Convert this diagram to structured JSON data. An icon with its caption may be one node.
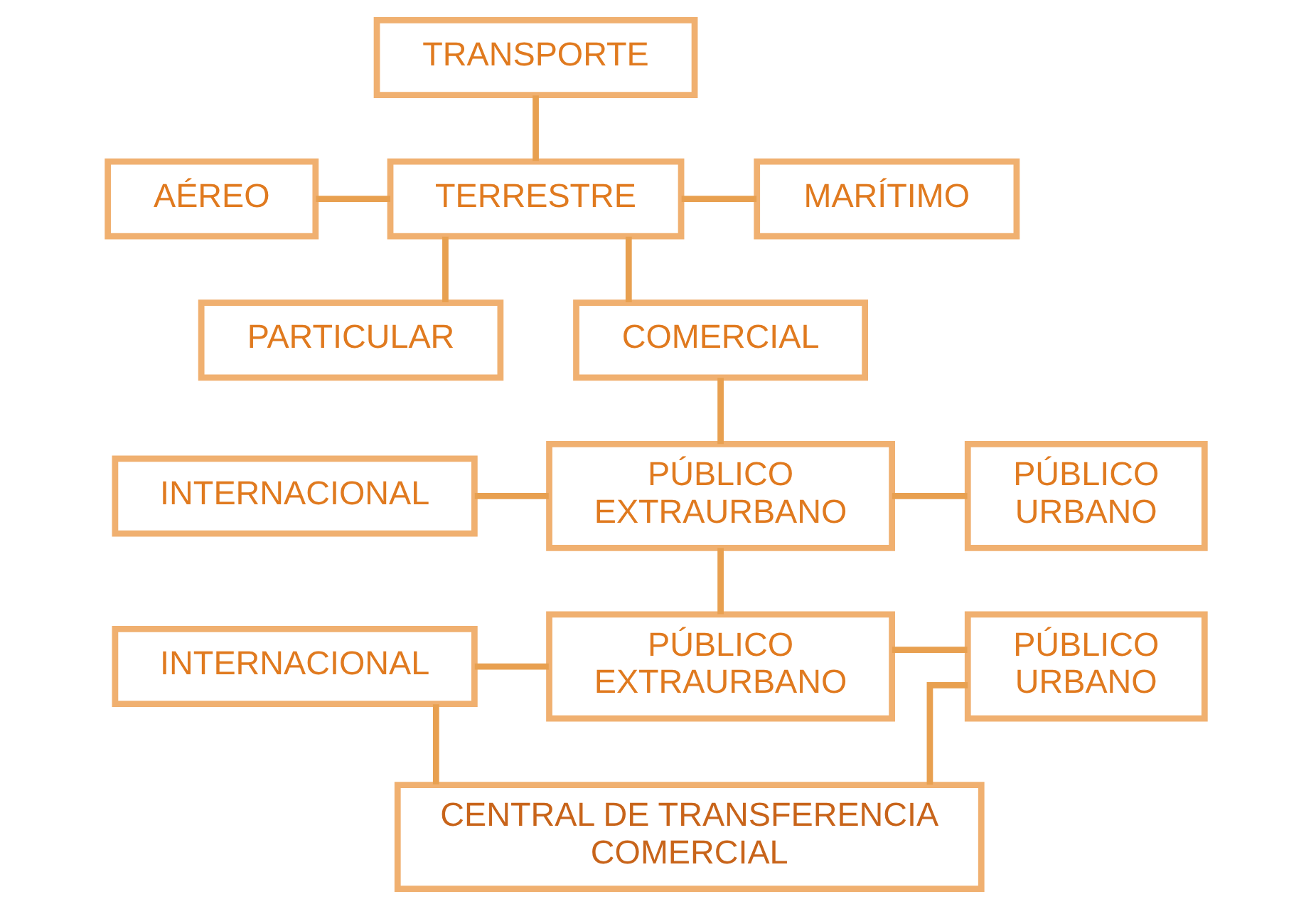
{
  "diagram": {
    "nodes": [
      {
        "text": [
          "TRANSPORTE"
        ]
      },
      {
        "text": [
          "AÉREO"
        ]
      },
      {
        "text": [
          "TERRESTRE"
        ]
      },
      {
        "text": [
          "MARÍTIMO"
        ]
      },
      {
        "text": [
          "PARTICULAR"
        ]
      },
      {
        "text": [
          "COMERCIAL"
        ]
      },
      {
        "text": [
          "INTERNACIONAL"
        ]
      },
      {
        "text": [
          "PÚBLICO EXTRAURBANO"
        ]
      },
      {
        "text": [
          "PÚBLICO URBANO"
        ]
      },
      {
        "text": [
          "INTERNACIONAL"
        ]
      },
      {
        "text": [
          "PÚBLICO EXTRAURBANO"
        ]
      },
      {
        "text": [
          "PÚBLICO URBANO"
        ]
      },
      {
        "text": [
          "CENTRAL  DE TRANSFERENCIA COMERCIAL"
        ]
      }
    ],
    "edges": [
      {
        "from": 0,
        "to": 2,
        "arrow": "none"
      },
      {
        "from": 1,
        "to": 2,
        "arrow": "none"
      },
      {
        "from": 2,
        "to": 3,
        "arrow": "none"
      },
      {
        "from": 2,
        "to": 4,
        "arrow": "none"
      },
      {
        "from": 2,
        "to": 5,
        "arrow": "none"
      },
      {
        "from": 5,
        "to": 7,
        "arrow": "none"
      },
      {
        "from": 6,
        "to": 7,
        "arrow": "none"
      },
      {
        "from": 7,
        "to": 8,
        "arrow": "none"
      },
      {
        "from": 7,
        "to": 10,
        "arrow": "none"
      },
      {
        "from": 9,
        "to": 10,
        "arrow": "none"
      },
      {
        "from": 10,
        "to": 11,
        "arrow": "none"
      },
      {
        "from": 9,
        "to": 12,
        "arrow": "none"
      },
      {
        "from": 11,
        "to": 12,
        "arrow": "none"
      }
    ]
  }
}
